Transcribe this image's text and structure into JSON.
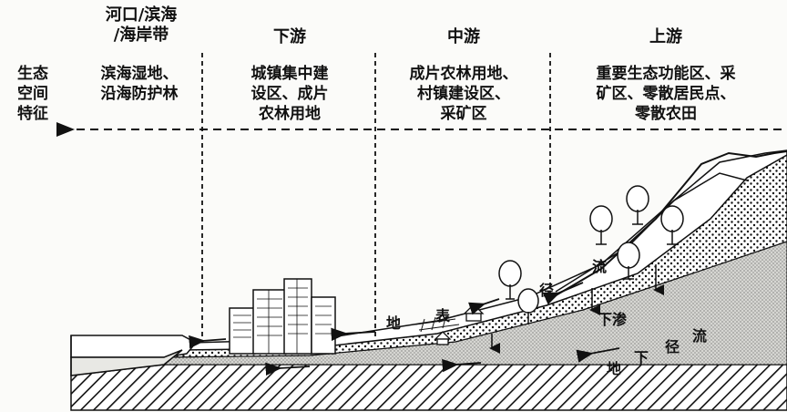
{
  "zones": [
    {
      "header": [
        "河口/滨海",
        "/海岸带"
      ],
      "features": [
        "滨海湿地、",
        "沿海防护林"
      ]
    },
    {
      "header": [
        "下游"
      ],
      "features": [
        "城镇集中建",
        "设区、成片",
        "农林用地"
      ]
    },
    {
      "header": [
        "中游"
      ],
      "features": [
        "成片农林用地、",
        "村镇建设区、",
        "采矿区"
      ]
    },
    {
      "header": [
        "上游"
      ],
      "features": [
        "重要生态功能区、采",
        "矿区、零散居民点、",
        "零散农田"
      ]
    }
  ],
  "side_label": [
    "生态",
    "空间",
    "特征"
  ],
  "flow_labels": {
    "surface_runoff": [
      "地",
      "表",
      "径",
      "流"
    ],
    "infiltration": "下渗",
    "groundwater_runoff": [
      "地",
      "下",
      "径",
      "流"
    ]
  },
  "colors": {
    "ink": "#111111",
    "background": "#fbfbf9"
  }
}
